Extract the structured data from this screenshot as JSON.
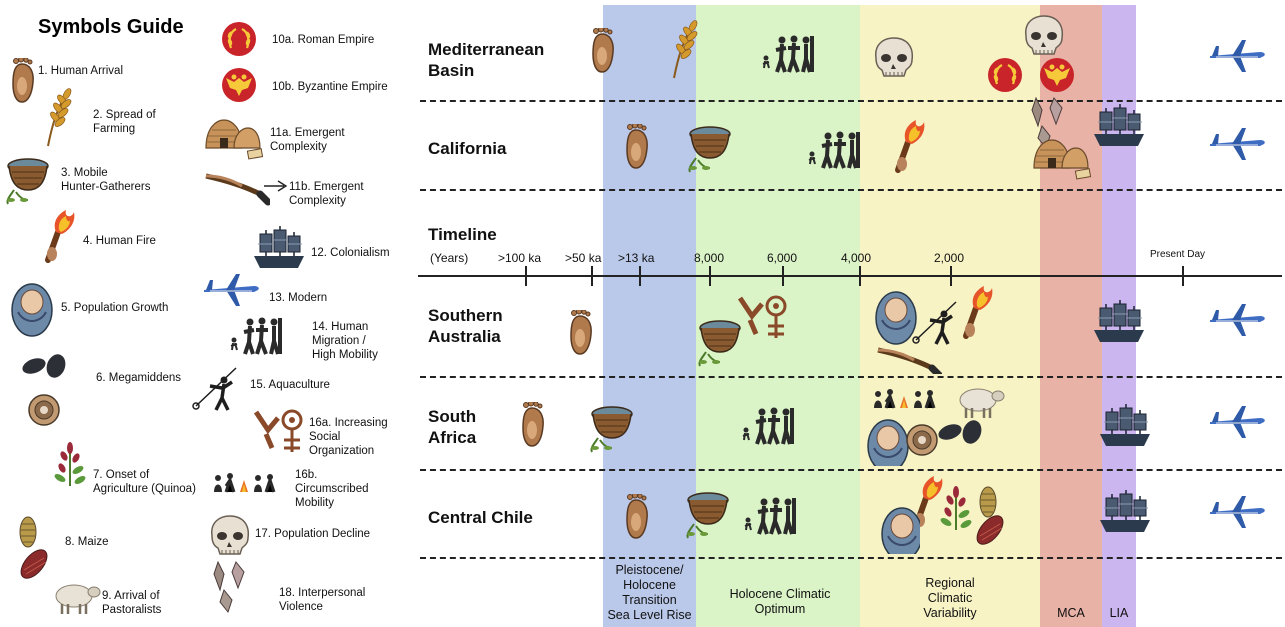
{
  "legend": {
    "title": "Symbols Guide",
    "items": [
      {
        "id": "1",
        "lines": [
          "1. Human Arrival"
        ],
        "icon": "footprint-icon"
      },
      {
        "id": "2",
        "lines": [
          "2. Spread of",
          "Farming"
        ],
        "icon": "wheat-icon"
      },
      {
        "id": "3",
        "lines": [
          "3. Mobile",
          "Hunter-Gatherers"
        ],
        "icon": "basket-icon"
      },
      {
        "id": "4",
        "lines": [
          "4. Human Fire"
        ],
        "icon": "torch-icon"
      },
      {
        "id": "5",
        "lines": [
          "5. Population Growth"
        ],
        "icon": "baby-icon"
      },
      {
        "id": "6",
        "lines": [
          "6. Megamiddens"
        ],
        "icon": "shell-icon"
      },
      {
        "id": "7",
        "lines": [
          "7. Onset of",
          "Agriculture (Quinoa)"
        ],
        "icon": "quinoa-icon"
      },
      {
        "id": "8",
        "lines": [
          "8. Maize"
        ],
        "icon": "maize-icon"
      },
      {
        "id": "9",
        "lines": [
          "9. Arrival of",
          "Pastoralists"
        ],
        "icon": "sheep-icon"
      },
      {
        "id": "10a",
        "lines": [
          "10a. Roman Empire"
        ],
        "icon": "laurel-icon"
      },
      {
        "id": "10b",
        "lines": [
          "10b. Byzantine Empire"
        ],
        "icon": "eagle-icon"
      },
      {
        "id": "11a",
        "lines": [
          "11a. Emergent",
          "Complexity"
        ],
        "icon": "huts-icon"
      },
      {
        "id": "11b",
        "lines": [
          "11b. Emergent",
          "Complexity"
        ],
        "icon": "spear-thrower-icon"
      },
      {
        "id": "12",
        "lines": [
          "12. Colonialism"
        ],
        "icon": "ship-icon"
      },
      {
        "id": "13",
        "lines": [
          "13. Modern"
        ],
        "icon": "airplane-icon"
      },
      {
        "id": "14",
        "lines": [
          "14. Human",
          "Migration /",
          "High Mobility"
        ],
        "icon": "migration-icon"
      },
      {
        "id": "15",
        "lines": [
          "15. Aquaculture"
        ],
        "icon": "fisher-icon"
      },
      {
        "id": "16a",
        "lines": [
          "16a. Increasing",
          "Social",
          "Organization"
        ],
        "icon": "rock-art-icon"
      },
      {
        "id": "16b",
        "lines": [
          "16b.",
          "Circumscribed",
          "Mobility"
        ],
        "icon": "camp-icon"
      },
      {
        "id": "17",
        "lines": [
          "17. Population Decline"
        ],
        "icon": "skull-icon"
      },
      {
        "id": "18",
        "lines": [
          "18. Interpersonal",
          "Violence"
        ],
        "icon": "arrowheads-icon"
      }
    ]
  },
  "regions": [
    {
      "lines": [
        "Mediterranean",
        "Basin"
      ]
    },
    {
      "lines": [
        "California"
      ]
    },
    {
      "lines": [
        "Southern",
        "Australia"
      ]
    },
    {
      "lines": [
        "South",
        "Africa"
      ]
    },
    {
      "lines": [
        "Central Chile"
      ]
    }
  ],
  "timeline": {
    "title": "Timeline",
    "unit": "(Years)",
    "ticks": [
      ">100 ka",
      ">50 ka",
      ">13 ka",
      "8,000",
      "6,000",
      "4,000",
      "2,000",
      "Present Day"
    ]
  },
  "bands": [
    {
      "lines": [
        "Pleistocene/",
        "Holocene",
        "Transition",
        "Sea Level Rise"
      ],
      "color": "#b9c8ea"
    },
    {
      "lines": [
        "Holocene Climatic",
        "Optimum"
      ],
      "color": "#d9f3c6"
    },
    {
      "lines": [
        "Regional",
        "Climatic",
        "Variability"
      ],
      "color": "#f7f3c4"
    },
    {
      "lines": [
        "MCA"
      ],
      "color": "#e8b1a4"
    },
    {
      "lines": [
        "LIA"
      ],
      "color": "#cbb5ef"
    }
  ]
}
